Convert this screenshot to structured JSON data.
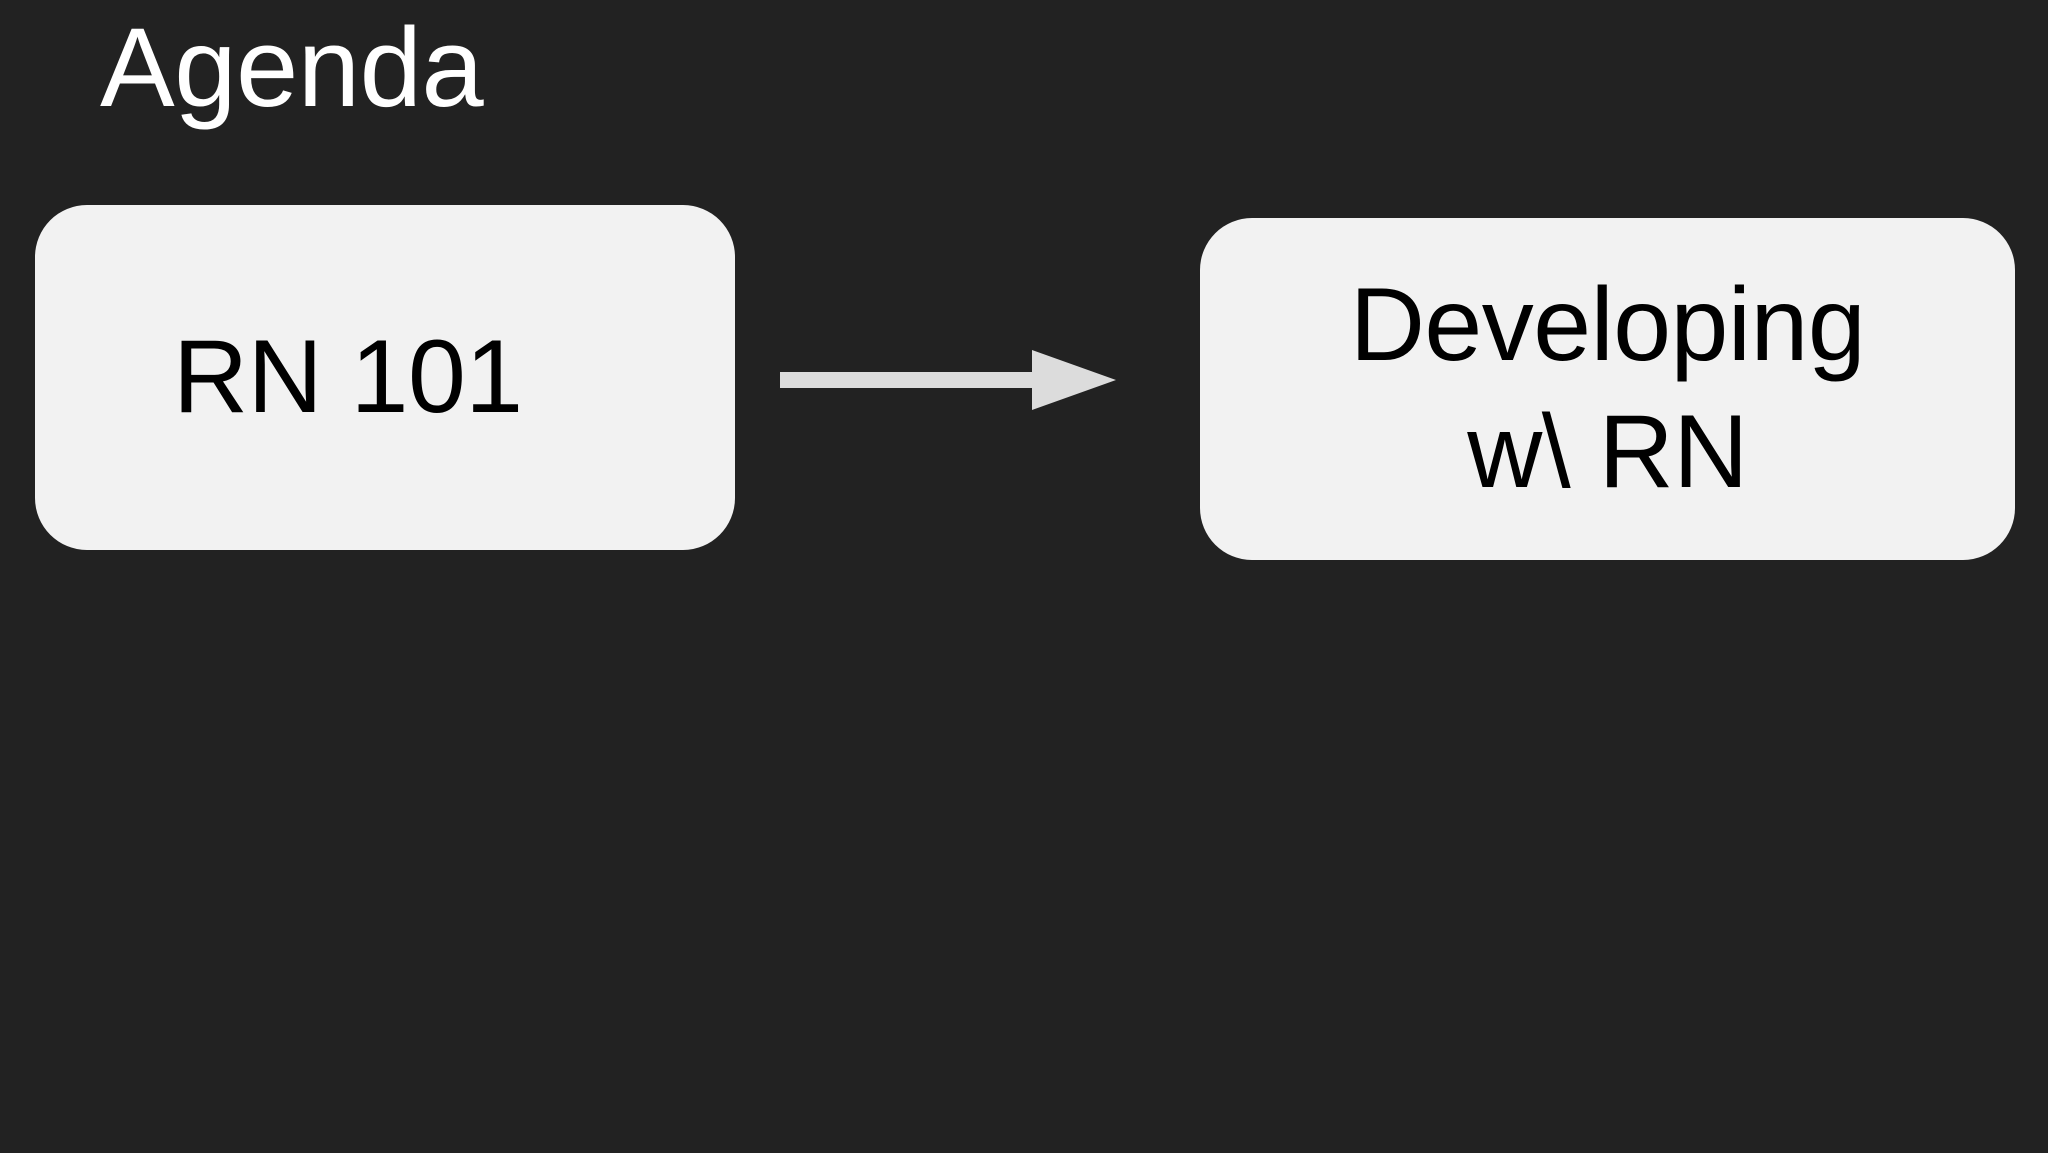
{
  "slide": {
    "background_color": "#222222",
    "title": "Agenda"
  },
  "diagram": {
    "type": "flow",
    "node_fill_color": "#f2f2f2",
    "node_text_color": "#000000",
    "edge_color": "#dcdcdc",
    "nodes": [
      {
        "id": "rn101",
        "lines": [
          "RN 101"
        ],
        "label": "RN 101"
      },
      {
        "id": "developing",
        "lines": [
          "Developing",
          "w\\ RN"
        ],
        "label": "Developing w\\ RN"
      }
    ],
    "edges": [
      {
        "id": "rn101-to-developing",
        "from": "rn101",
        "to": "developing",
        "style": "solid-arrow",
        "direction": "right"
      }
    ]
  }
}
